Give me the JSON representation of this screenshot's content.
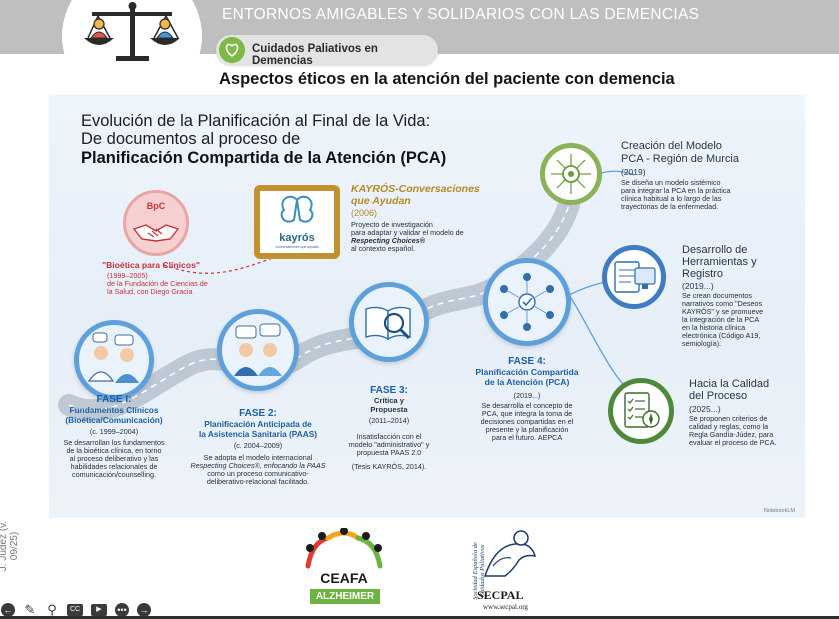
{
  "header": {
    "title": "ENTORNOS AMIGABLES Y SOLIDARIOS CON LAS DEMENCIAS",
    "pill": "Cuidados Paliativos en Demencias",
    "subtitle": "Aspectos éticos en la atención del paciente con demencia"
  },
  "slide": {
    "title_line1": "Evolución de la Planificación al Final de la Vida:",
    "title_line2": "De documentos al proceso de",
    "title_line3": "Planificación Compartida de la Atención (PCA)",
    "bpc": {
      "badge": "BpC",
      "title": "\"Bioética para Clínicos\"",
      "line1": "(1999–2005)",
      "line2": "de la Fundación de Ciencias de",
      "line3": "la Salud, con Diego Gracia"
    },
    "kayros": {
      "logo_text": "kayrós",
      "logo_sub": "conversaciones que ayudan",
      "title1": "KAYRÓS-Conversaciones",
      "title2": "que Ayudan",
      "year": "(2006)",
      "line1": "Proyecto de investigación",
      "line2": "para adaptar y validar el modelo de",
      "line3": "Respecting Choices®",
      "line4": "al contexto español."
    },
    "fase1": {
      "title": "FASE I:",
      "sub1": "Fundamentos Clínicos",
      "sub2": "(Bioética/Comunicación)",
      "date": "(c. 1999–2004)",
      "line1": "Se desarrollan los fundamentos",
      "line2": "de la bioética clínica, en torno",
      "line3": "al proceso deliberativo y las",
      "line4": "habilidades relacionales de",
      "line5": "comunicación/counselling."
    },
    "fase2": {
      "title": "FASE 2:",
      "sub1": "Planificación Anticipada de",
      "sub2": "la Asistencia Sanitaria (PAAS)",
      "date": "(c. 2004–2009)",
      "line1": "Se adopta el modelo internacional",
      "line2": "Respecting Choices®, enfocando la PAAS",
      "line3": "como un proceso comunicativo-",
      "line4": "deliberativo-relacional facilitado."
    },
    "fase3": {
      "title": "FASE 3:",
      "sub1": "Crítica y",
      "sub2": "Propuesta",
      "date": "(2011–2014)",
      "line1": "Insatisfacción con el",
      "line2": "modelo \"administrativo\" y",
      "line3": "propuesta PAAS 2.0",
      "line4": "(Tesis KAYRÓS, 2014)."
    },
    "fase4": {
      "title": "FASE 4:",
      "sub1": "Planificación Compartida",
      "sub2": "de la Atención (PCA)",
      "date": "(2019...)",
      "line1": "Se desarrolla el concepto de",
      "line2": "PCA, que integra la toma de",
      "line3": "decisiones compartidas en el",
      "line4": "presente y la planificación",
      "line5": "para el futuro. AEPCA"
    },
    "murcia": {
      "title1": "Creación del Modelo",
      "title2": "PCA - Región de Murcia",
      "year": "(2019)",
      "line1": "Se diseña un modelo sistémico",
      "line2": "para integrar la PCA en la práctica",
      "line3": "clínica habitual a lo largo de las",
      "line4": "trayectorias de la enfermedad."
    },
    "herramientas": {
      "title1": "Desarrollo de",
      "title2": "Herramientas y",
      "title3": "Registro",
      "year": "(2019...)",
      "line1": "Se crean documentos",
      "line2": "narrativos como \"Deseos",
      "line3": "KAYRÓS\" y se promueve",
      "line4": "la integración de la PCA",
      "line5": "en la historia clínica",
      "line6": "electrónica (Código A19,",
      "line7": "semiología)."
    },
    "calidad": {
      "title1": "Hacia la Calidad",
      "title2": "del Proceso",
      "year": "(2025...)",
      "line1": "Se proponen criterios de",
      "line2": "calidad y reglas, como la",
      "line3": "Regla Gandía-Júdez, para",
      "line4": "evaluar el proceso de PCA."
    },
    "watermark": "NotebookLM"
  },
  "footer": {
    "vertical": "J. Júdez (v. 09/25)",
    "ceafa": "CEAFA",
    "alzheimer": "ALZHEIMER",
    "secpal": "SECPAL",
    "secpal_url": "www.secpal.org",
    "secpal_vertical": "Sociedad Española de Cuidados Paliativos"
  },
  "colors": {
    "accent_blue": "#5da0dc",
    "heading_blue": "#1b5fa5",
    "red": "#c9323b",
    "green": "#7fb844",
    "gold": "#b58a28"
  },
  "icons": [
    "justice-scale-icon",
    "heart-hands-icon",
    "handshake-icon",
    "doctor-patient-icon",
    "conversation-icon",
    "book-magnifier-icon",
    "network-people-icon",
    "system-network-icon",
    "digital-record-icon",
    "checklist-compass-icon",
    "back-icon",
    "pen-icon",
    "zoom-icon",
    "captions-icon",
    "camera-icon",
    "more-icon",
    "next-icon"
  ]
}
